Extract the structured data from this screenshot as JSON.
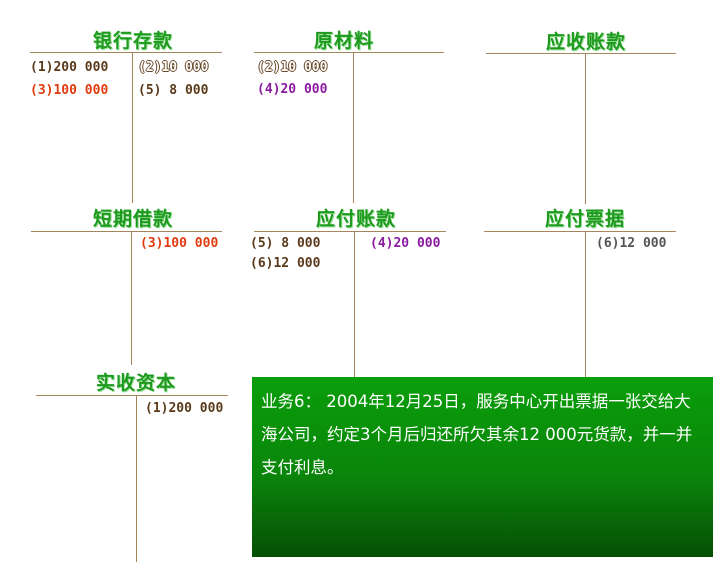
{
  "accounts": {
    "bank_deposit": {
      "title": "银行存款",
      "left": [
        "(1)200 000",
        "(3)100 000"
      ],
      "right": [
        "(2)10 000",
        "(5) 8 000"
      ]
    },
    "raw_materials": {
      "title": "原材料",
      "left": [
        "(2)10 000",
        "(4)20 000"
      ]
    },
    "accounts_receivable": {
      "title": "应收账款"
    },
    "short_term_loan": {
      "title": "短期借款",
      "right": [
        "(3)100 000"
      ]
    },
    "accounts_payable": {
      "title": "应付账款",
      "left": [
        "(5) 8 000",
        "(6)12 000"
      ],
      "right": [
        "(4)20 000"
      ]
    },
    "notes_payable": {
      "title": "应付票据",
      "right": [
        "(6)12 000"
      ]
    },
    "paid_in_capital": {
      "title": "实收资本",
      "right": [
        "(1)200 000"
      ]
    }
  },
  "popup": {
    "text": "业务6： 2004年12月25日，服务中心开出票据一张交给大海公司，约定3个月后归还所欠其余12 000元货款，并一并支付利息。"
  },
  "colors": {
    "title": "#1e9a1e",
    "popup_bg": "#0a8a0a",
    "line": "#a6845c"
  }
}
